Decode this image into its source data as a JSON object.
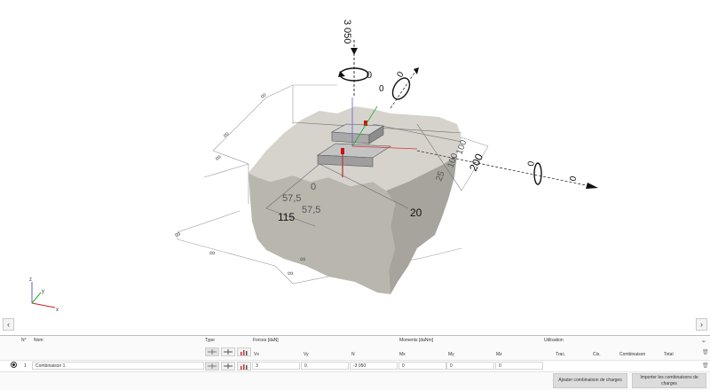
{
  "scene": {
    "labels": {
      "vertical_force": "3 050",
      "torsion": "0",
      "moment_y": "0",
      "moment_y_arrow": "0",
      "moment_x": "0",
      "force_x": "0",
      "infinity": "∞",
      "dim_575a": "57,5",
      "dim_575b": "57,5",
      "dim_115": "115",
      "dim_20": "20",
      "dim_200": "200",
      "dim_100a": "100",
      "dim_100b": "100",
      "dim_25": "25",
      "dim_0": "0"
    },
    "axes": {
      "z": "z",
      "y": "y",
      "x": "x"
    },
    "nav": {
      "left": "‹",
      "right": "›"
    },
    "colors": {
      "block": "#d0cdc6",
      "block_side": "#b8b5ae",
      "top_face": "#dcd9d2",
      "plate": "#bdbdbd"
    }
  },
  "table": {
    "headers": {
      "no": "N°",
      "name": "Nom",
      "type": "Type",
      "forces": "Forces [daN]",
      "moments": "Moments [daNm]",
      "utilisation": "Utilisation"
    },
    "subheaders": {
      "vx": "Vx",
      "vy": "Vy",
      "n": "N",
      "mx": "Mx",
      "my": "My",
      "mz": "Mz",
      "trac": "Trac.",
      "cis": "Cis.",
      "combinaison": "Combinaison",
      "total": "Total"
    },
    "rows": [
      {
        "no": "1",
        "name": "Combinaison 1",
        "vx": "3",
        "vy": "0",
        "n": "-3 050",
        "mx": "0",
        "my": "0",
        "mz": "0"
      }
    ],
    "buttons": {
      "add": "Ajouter combinaison de charges",
      "import": "Importer les combinaisons de charges"
    }
  }
}
